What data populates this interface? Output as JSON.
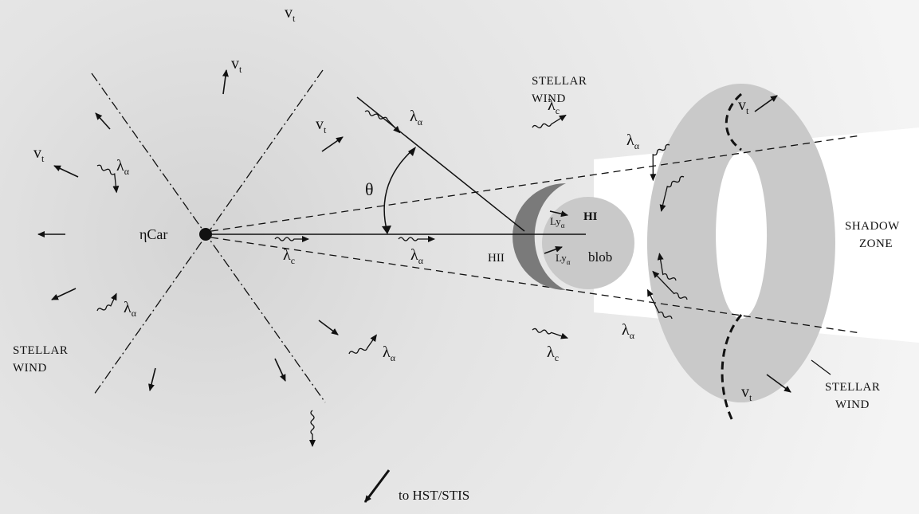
{
  "labels": {
    "vt": "v",
    "vt_sub": "t",
    "lambda": "λ",
    "alpha_sub": "α",
    "c_sub": "c",
    "lya": "Ly",
    "theta": "θ",
    "eta_car": "ηCar",
    "hii": "HII",
    "hi": "HI",
    "blob": "blob",
    "stellar": "STELLAR",
    "wind": "WIND",
    "shadow": "SHADOW",
    "zone": "ZONE",
    "hst": "to HST/STIS"
  }
}
